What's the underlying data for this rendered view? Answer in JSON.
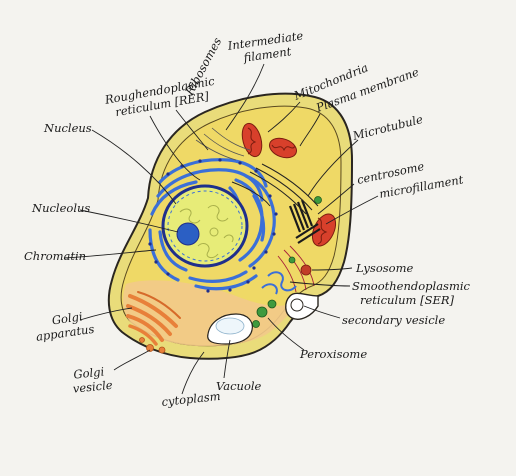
{
  "diagram": {
    "labels": {
      "intermediate_filament_1": "Intermediate",
      "intermediate_filament_2": "filament",
      "rer_1": "Roughendoplasmic",
      "rer_2": "reticulum [RER]",
      "ribosomes": "Ribosomes",
      "mitochondria": "Mitochondria",
      "plasma_membrane": "Plasma membrane",
      "nucleus": "Nucleus",
      "microtubule": "Microtubule",
      "centrosome": "centrosome",
      "microfilament": "microfillament",
      "nucleolus": "Nucleolus",
      "chromatin": "Chromatin",
      "lysosome": "Lysosome",
      "ser_1": "Smoothendoplasmic",
      "ser_2": "reticulum [SER]",
      "golgi_apparatus_1": "Golgi",
      "golgi_apparatus_2": "apparatus",
      "secondary_vesicle": "secondary vesicle",
      "peroxisome": "Peroxisome",
      "golgi_vesicle_1": "Golgi",
      "golgi_vesicle_2": "vesicle",
      "vacuole": "Vacuole",
      "cytoplasm": "cytoplasm"
    },
    "colors": {
      "paper": "#f4f3ef",
      "cell_membrane": "#2a2620",
      "membrane_outer": "#e9dc7a",
      "cytoplasm": "#f0dd6a",
      "cytoplasm_lower": "#f2c98a",
      "nucleus_ring": "#1f2f8c",
      "nucleus_fill": "#e7ec78",
      "nucleolus": "#2b5fc4",
      "er": "#3b6fd8",
      "mitochondria": "#d8402b",
      "golgi": "#e8803a",
      "vacuole": "#ffffff",
      "green_vesicle": "#3e9a3e",
      "centrosome": "#1b1b1b"
    }
  }
}
